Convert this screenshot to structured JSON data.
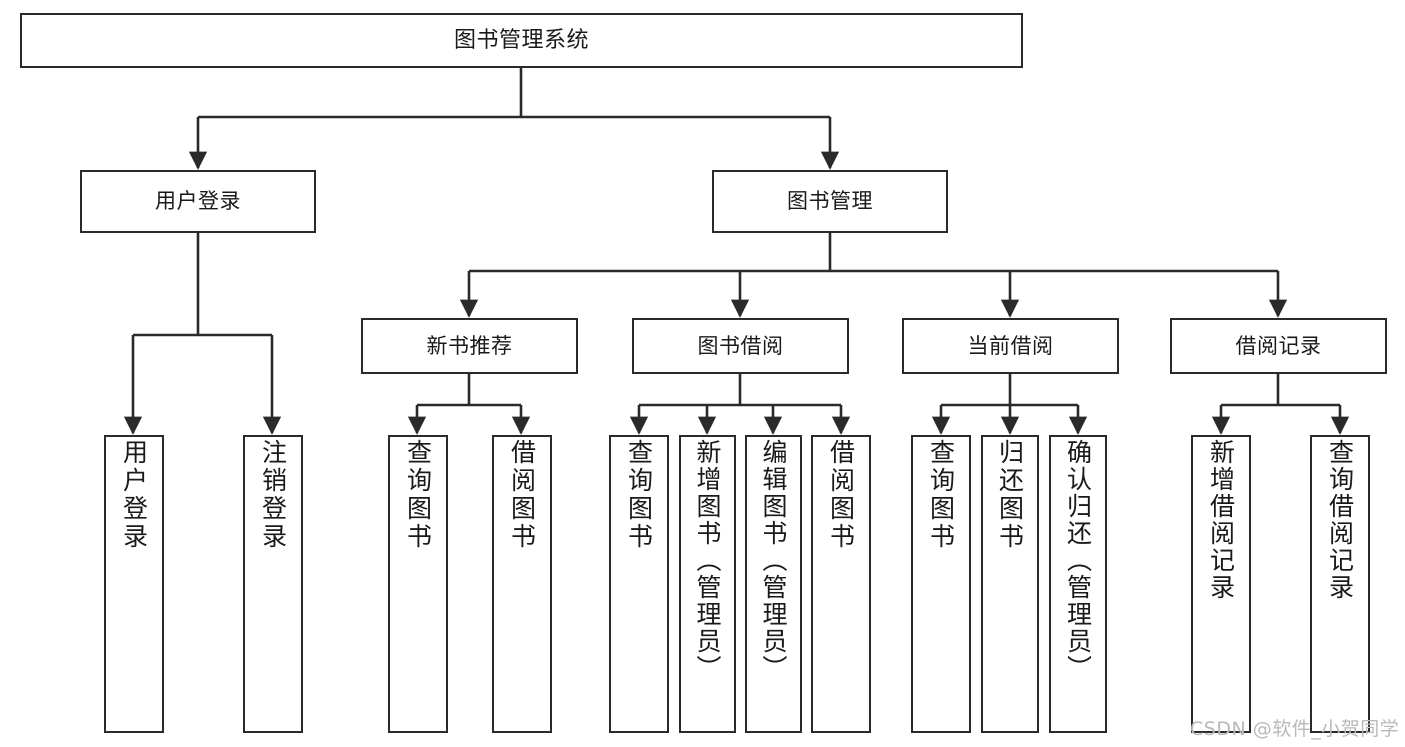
{
  "diagram": {
    "type": "tree",
    "title": "图书管理系统",
    "colors": {
      "box_border": "#2a2a2a",
      "box_fill": "#ffffff",
      "connector": "#2a2a2a",
      "background": "#ffffff",
      "watermark": "#b9b9b9"
    },
    "nodes": {
      "root": {
        "label": "图书管理系统"
      },
      "level2": [
        {
          "id": "user-login",
          "label": "用户登录"
        },
        {
          "id": "book-manage",
          "label": "图书管理"
        }
      ],
      "level3": [
        {
          "id": "new-book-rec",
          "label": "新书推荐"
        },
        {
          "id": "book-borrow",
          "label": "图书借阅"
        },
        {
          "id": "current-borrow",
          "label": "当前借阅"
        },
        {
          "id": "borrow-record",
          "label": "借阅记录"
        }
      ],
      "leaves": {
        "user_login": [
          {
            "id": "leaf-user-login",
            "label": "用户登录"
          },
          {
            "id": "leaf-logout-login",
            "label": "注销登录"
          }
        ],
        "new_book_rec": [
          {
            "id": "leaf-query-book-1",
            "label": "查询图书"
          },
          {
            "id": "leaf-borrow-book-1",
            "label": "借阅图书"
          }
        ],
        "book_borrow": [
          {
            "id": "leaf-query-book-2",
            "label": "查询图书"
          },
          {
            "id": "leaf-add-book",
            "label": "新增图书（管理员）"
          },
          {
            "id": "leaf-edit-book",
            "label": "编辑图书（管理员）"
          },
          {
            "id": "leaf-borrow-book-2",
            "label": "借阅图书"
          }
        ],
        "current_borrow": [
          {
            "id": "leaf-query-book-3",
            "label": "查询图书"
          },
          {
            "id": "leaf-return-book",
            "label": "归还图书"
          },
          {
            "id": "leaf-confirm-return",
            "label": "确认归还（管理员）"
          }
        ],
        "borrow_record": [
          {
            "id": "leaf-add-record",
            "label": "新增借阅记录"
          },
          {
            "id": "leaf-query-record",
            "label": "查询借阅记录"
          }
        ]
      }
    },
    "watermark": "CSDN @软件_小贺同学"
  }
}
